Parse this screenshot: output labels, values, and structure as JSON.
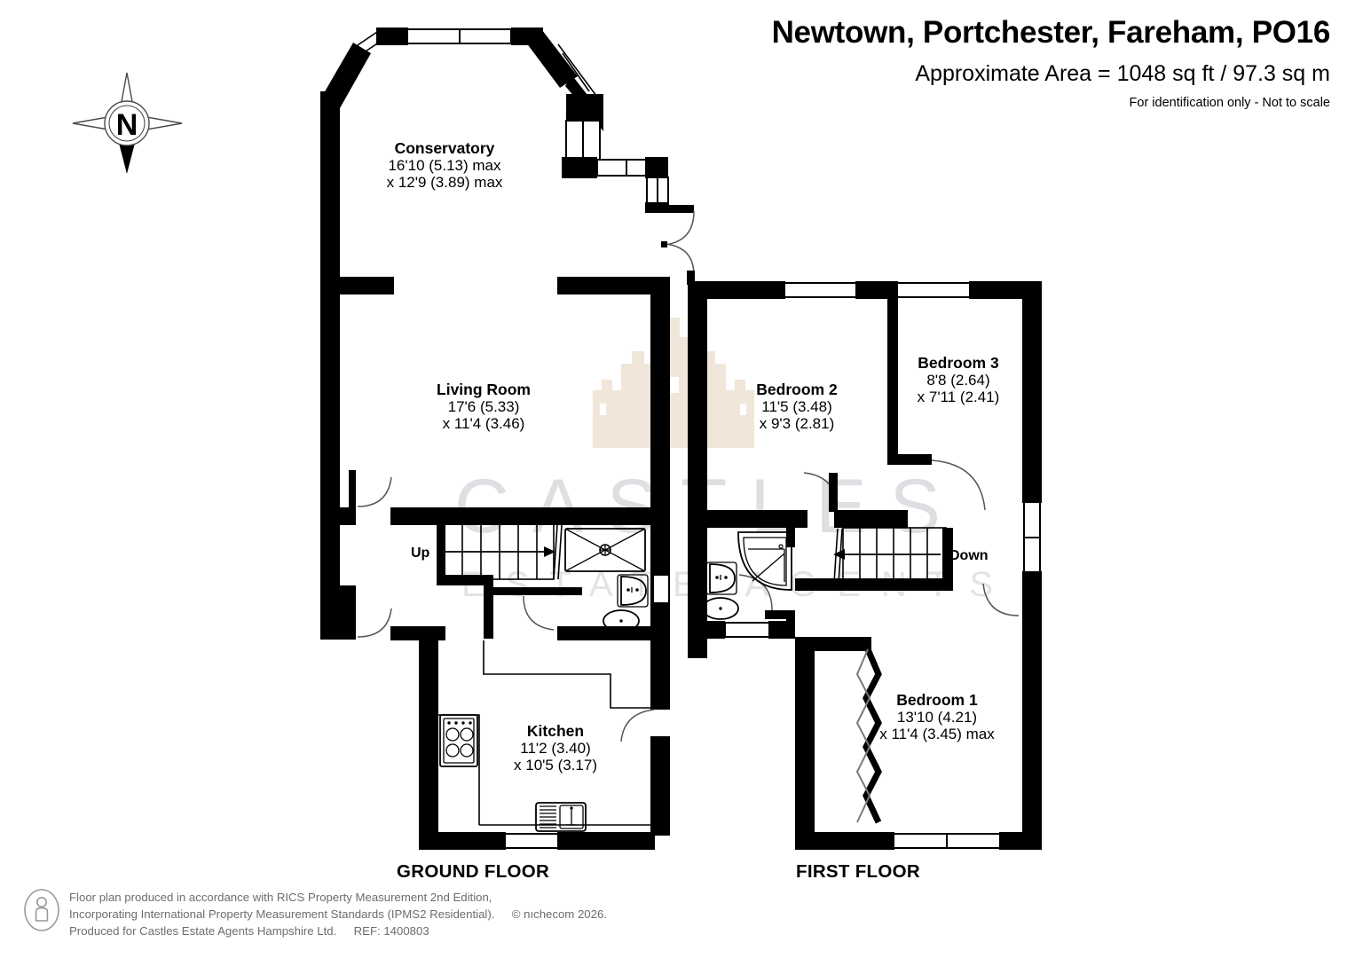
{
  "header": {
    "title": "Newtown, Portchester, Fareham, PO16",
    "area": "Approximate Area = 1048 sq ft / 97.3 sq m",
    "disclaimer": "For identification only - Not to scale"
  },
  "compass": {
    "label": "N",
    "icon": "compass-rose-icon"
  },
  "floors": [
    {
      "key": "ground",
      "caption": "GROUND FLOOR"
    },
    {
      "key": "first",
      "caption": "FIRST FLOOR"
    }
  ],
  "rooms": {
    "conservatory": {
      "name": "Conservatory",
      "dim1": "16'10 (5.13) max",
      "dim2": "x 12'9 (3.89) max"
    },
    "living_room": {
      "name": "Living Room",
      "dim1": "17'6 (5.33)",
      "dim2": "x 11'4 (3.46)"
    },
    "kitchen": {
      "name": "Kitchen",
      "dim1": "11'2 (3.40)",
      "dim2": "x 10'5 (3.17)"
    },
    "bedroom1": {
      "name": "Bedroom 1",
      "dim1": "13'10 (4.21)",
      "dim2": "x 11'4 (3.45) max"
    },
    "bedroom2": {
      "name": "Bedroom 2",
      "dim1": "11'5 (3.48)",
      "dim2": "x 9'3 (2.81)"
    },
    "bedroom3": {
      "name": "Bedroom 3",
      "dim1": "8'8 (2.64)",
      "dim2": "x 7'11 (2.41)"
    }
  },
  "stairs": {
    "up_label": "Up",
    "down_label": "Down"
  },
  "watermark": {
    "line1": "CASTLES",
    "line2": "ESTATE AGENTS"
  },
  "footer": {
    "line1": "Floor plan produced in accordance with RICS Property Measurement 2nd Edition,",
    "line2a": "Incorporating International Property Measurement Standards (IPMS2 Residential).",
    "line2b": "© nıchecom 2026.",
    "line3a": "Produced for Castles Estate Agents Hampshire Ltd.",
    "line3b": "REF: 1400803",
    "icon": "person-in-circle-icon"
  },
  "colors": {
    "wall": "#000000",
    "watermark_gray": "#c9cdd1",
    "watermark_beige": "#efe2d4",
    "footer_text": "#6d6d6d"
  }
}
